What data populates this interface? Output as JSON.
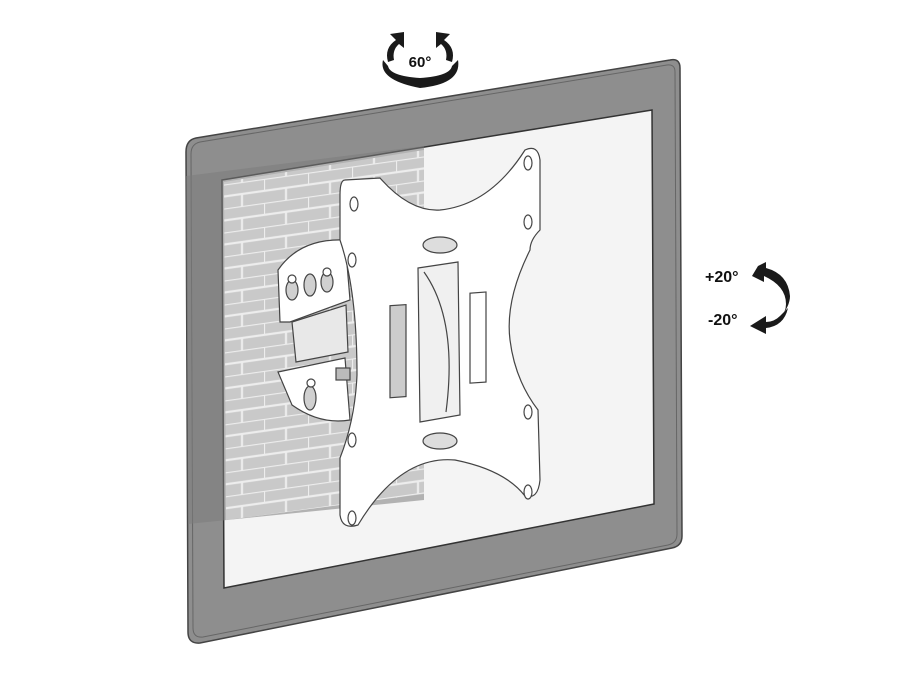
{
  "diagram": {
    "subject": "Tilt and swivel TV wall mount",
    "swivel": {
      "label": "60°",
      "icon": "rotate-horizontal-icon"
    },
    "tilt": {
      "up_label": "+20°",
      "down_label": "-20°",
      "icon": "rotate-vertical-icon"
    },
    "colors": {
      "frame": "#8e8e8e",
      "screen": "#f4f4f4",
      "wall": "#c9c9c9",
      "brick_line": "#ededed",
      "plate": "#ffffff",
      "outline": "#333333"
    }
  }
}
